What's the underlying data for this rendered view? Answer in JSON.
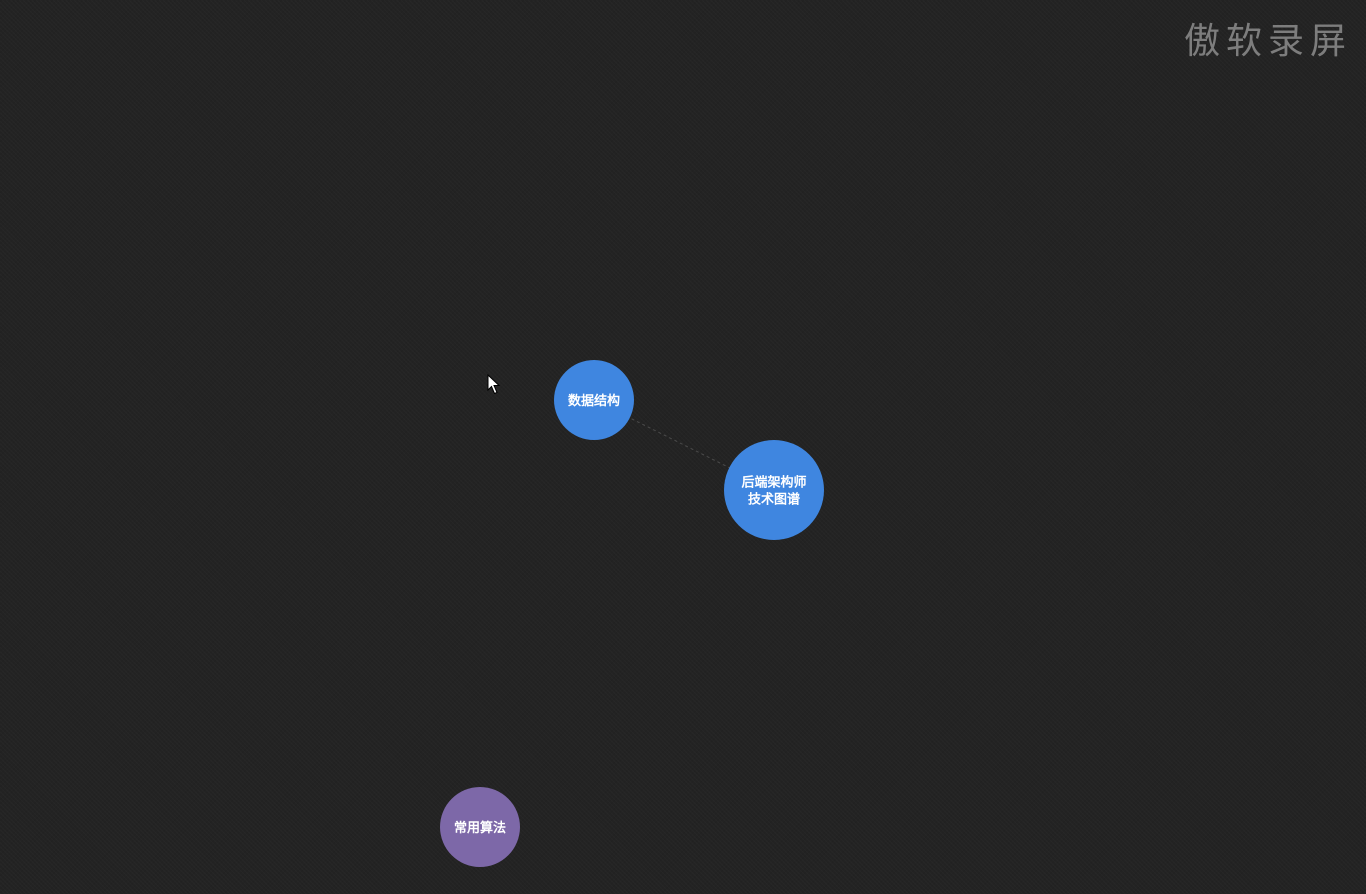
{
  "watermark": "傲软录屏",
  "colors": {
    "background": "#232323",
    "node_primary": "#3f86e0",
    "node_secondary": "#7d68a8",
    "edge": "#4a4a4a",
    "label": "#ffffff"
  },
  "graph": {
    "nodes": [
      {
        "id": "center",
        "lines": [
          "后端架构师",
          "技术图谱"
        ],
        "color": "#3f86e0"
      },
      {
        "id": "ds",
        "lines": [
          "数据结构"
        ],
        "color": "#3f86e0"
      },
      {
        "id": "algo",
        "lines": [
          "常用算法"
        ],
        "color": "#7d68a8"
      }
    ],
    "edges": [
      {
        "from": "ds",
        "to": "center"
      }
    ]
  }
}
